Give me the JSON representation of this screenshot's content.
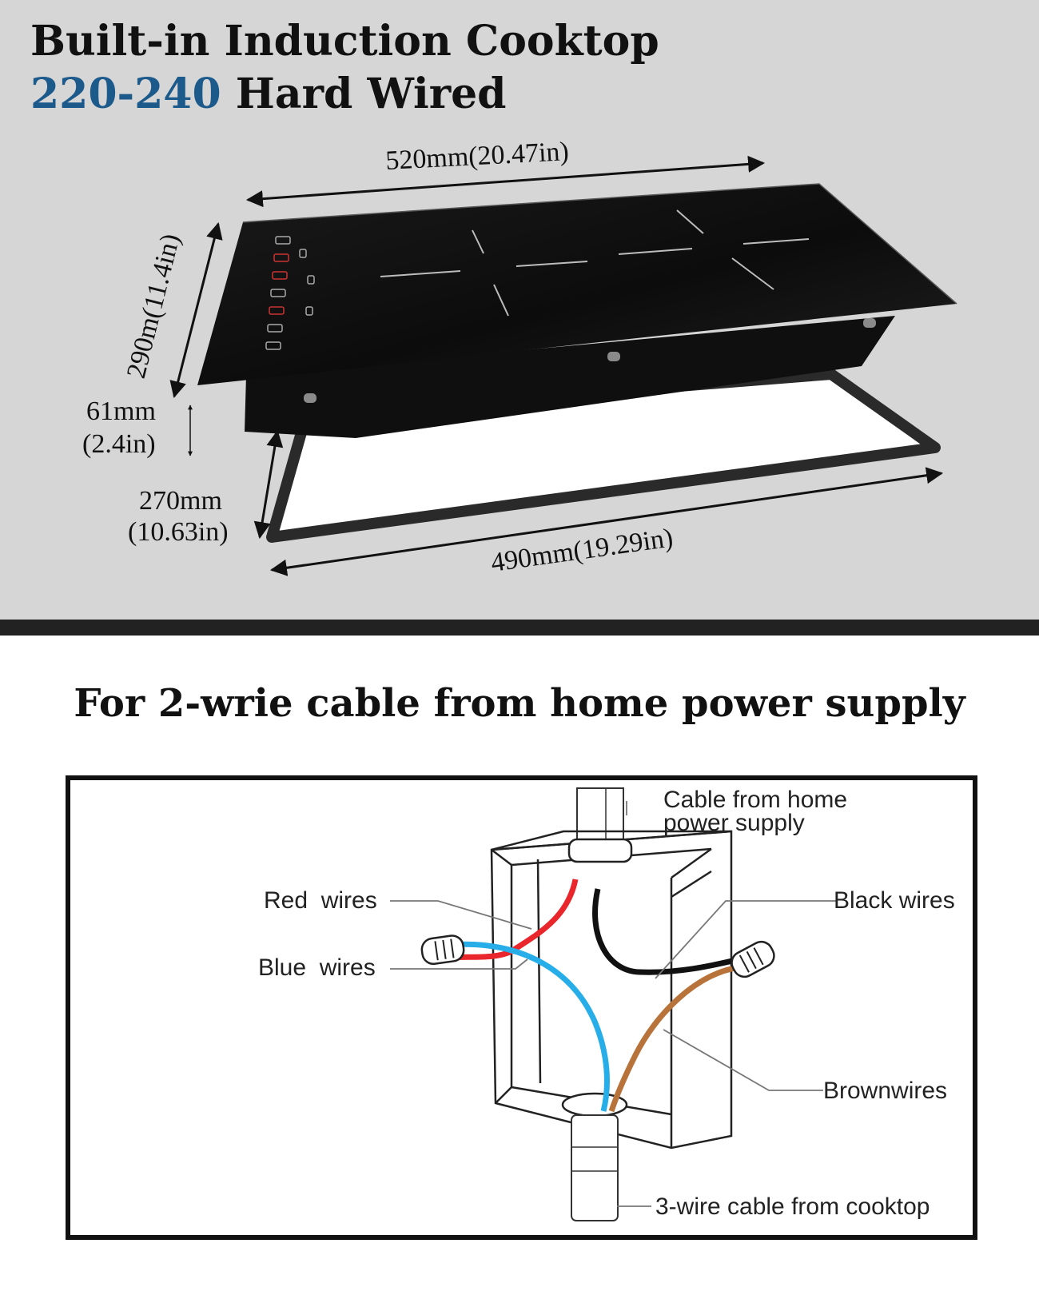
{
  "top": {
    "title_line1": "Built-in Induction Cooktop",
    "title_voltage": "220-240",
    "title_line2_rest": " Hard Wired"
  },
  "dimensions": {
    "top_width": "520mm(20.47in)",
    "depth": "290m(11.4in)",
    "height_mm": "61mm",
    "height_in": "(2.4in)",
    "cutout_depth_mm": "270mm",
    "cutout_depth_in": "(10.63in)",
    "cutout_width": "490mm(19.29in)"
  },
  "wiring": {
    "heading": "For 2-wrie cable from home power supply",
    "labels": {
      "cable_home_line1": "Cable from home",
      "cable_home_line2": "power supply",
      "red_wires": "Red  wires",
      "blue_wires": "Blue  wires",
      "black_wires": "Black wires",
      "brown_wires": "Brownwires",
      "cooktop_cable": "3-wire cable from cooktop"
    },
    "wire_colors": {
      "red": "#e8262b",
      "blue": "#27aee8",
      "black": "#111111",
      "brown": "#b8733a"
    }
  }
}
